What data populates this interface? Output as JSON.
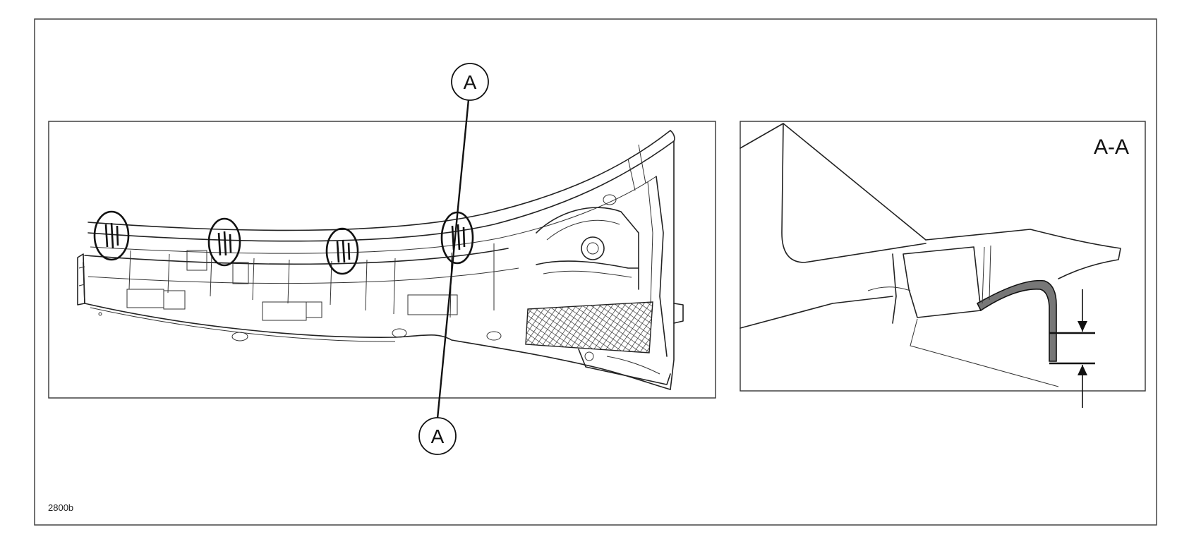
{
  "figure": {
    "section_callout_top": "A",
    "section_callout_bottom": "A",
    "section_view_title": "A-A",
    "figure_code": "2800b"
  }
}
